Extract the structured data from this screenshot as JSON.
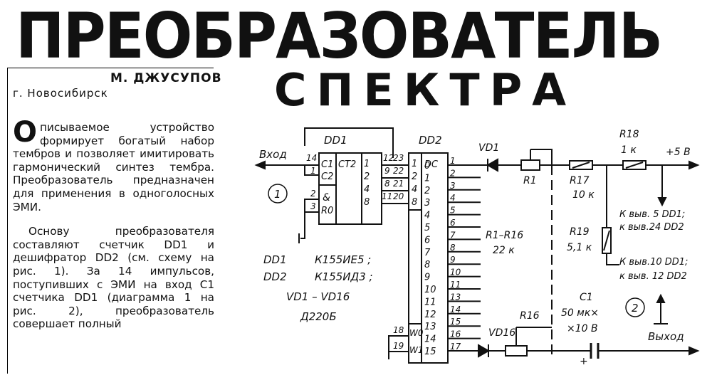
{
  "header": {
    "title_line1": "ПРЕОБРАЗОВАТЕЛЬ",
    "title_line2": "СПЕКТРА",
    "author": "М. ДЖУСУПОВ",
    "city": "г. Новосибирск"
  },
  "article": {
    "dropcap": "О",
    "para1": "писываемое устройство формирует богатый набор тембров и позволяет имитировать гармонический синтез тембра. Преобразователь предназначен для применения в одноголосных ЭМИ.",
    "para2": "Основу преобразователя составляют счетчик DD1 и дешифратор DD2 (см. схему на рис. 1). За 14 импульсов, поступивших с ЭМИ на вход С1 счетчика DD1 (диаграмма 1 на рис. 2), преобразователь совершает полный"
  },
  "schematic": {
    "dd1_label": "DD1",
    "dd2_label": "DD2",
    "vhod": "Вход",
    "vyhod": "Выход",
    "plus5": "+5 В",
    "ct2": "CT2",
    "dc": "DC",
    "c1": "C1",
    "c2": "C2",
    "amp": "&",
    "r0": "R0",
    "w0": "W0",
    "w1": "W1",
    "vd1": "VD1",
    "vd16": "VD16",
    "r1": "R1",
    "r16": "R16",
    "r17": "R17",
    "r17_val": "10 к",
    "r18": "R18",
    "r18_val": "1 к",
    "r19": "R19",
    "r19_val": "5,1 к",
    "r1_r16": "R1–R16",
    "r1_r16_val": "22 к",
    "c1_cap": "C1",
    "c1_val1": "50 мк×",
    "c1_val2": "×10 В",
    "plus": "+",
    "note1a": "К выв. 5 DD1;",
    "note1b": "к выв.24 DD2",
    "note2a": "К выв.10 DD1;",
    "note2b": "к выв. 12 DD2",
    "fig1": "1",
    "fig2": "2",
    "legend_dd1_name": "DD1",
    "legend_dd1_part": "К155ИЕ5 ;",
    "legend_dd2_name": "DD2",
    "legend_dd2_part": "К155ИД3 ;",
    "legend_vd": "VD1 – VD16",
    "legend_vd_part": "Д220Б",
    "dd1_pins_left": [
      "14",
      "1",
      "2",
      "3"
    ],
    "dd1_pins_right": [
      "12",
      "9",
      "8",
      "11"
    ],
    "dd1_out_weights": [
      "1",
      "2",
      "4",
      "8"
    ],
    "dd2_pins_in": [
      "23",
      "22",
      "21",
      "20"
    ],
    "dd2_in_weights": [
      "1",
      "2",
      "4",
      "8"
    ],
    "dd2_w_pins": [
      "18",
      "19"
    ],
    "dd2_out_index": [
      "0",
      "1",
      "2",
      "3",
      "4",
      "5",
      "6",
      "7",
      "8",
      "9",
      "10",
      "11",
      "12",
      "13",
      "14",
      "15"
    ],
    "dd2_out_pins": [
      "1",
      "2",
      "3",
      "4",
      "5",
      "6",
      "7",
      "8",
      "9",
      "10",
      "11",
      "13",
      "14",
      "15",
      "16",
      "17"
    ]
  }
}
